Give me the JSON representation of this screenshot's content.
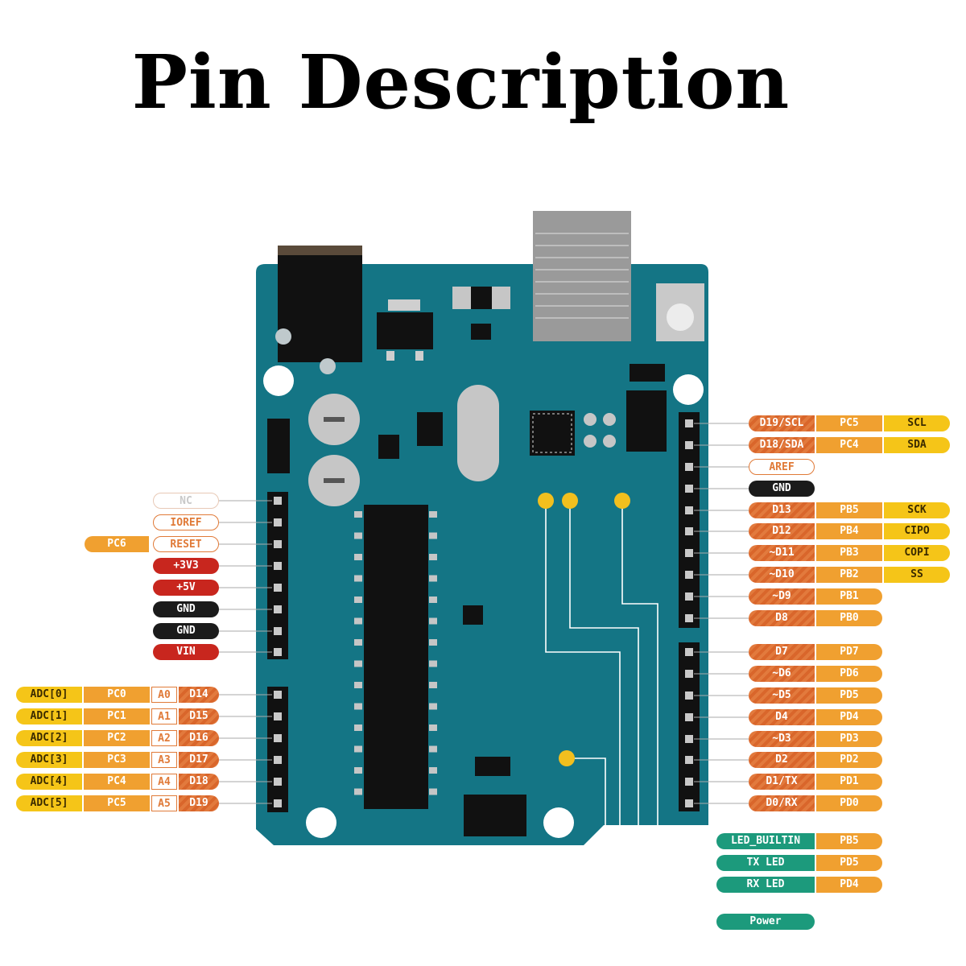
{
  "title": "Pin Description",
  "colors": {
    "board": "#147585",
    "digital_stripe": "#d9662b",
    "port": "#f0a030",
    "special": "#f5c518",
    "power": "#c8261e",
    "ground": "#1b1b1b",
    "led": "#1c9a7c"
  },
  "left_power": [
    "NC",
    "IOREF",
    "RESET",
    "+3V3",
    "+5V",
    "GND",
    "GND",
    "VIN"
  ],
  "reset_port": "PC6",
  "analog": [
    {
      "adc": "ADC[0]",
      "port": "PC0",
      "a": "A0",
      "d": "D14"
    },
    {
      "adc": "ADC[1]",
      "port": "PC1",
      "a": "A1",
      "d": "D15"
    },
    {
      "adc": "ADC[2]",
      "port": "PC2",
      "a": "A2",
      "d": "D16"
    },
    {
      "adc": "ADC[3]",
      "port": "PC3",
      "a": "A3",
      "d": "D17"
    },
    {
      "adc": "ADC[4]",
      "port": "PC4",
      "a": "A4",
      "d": "D18"
    },
    {
      "adc": "ADC[5]",
      "port": "PC5",
      "a": "A5",
      "d": "D19"
    }
  ],
  "right_top": [
    {
      "pin": "D19/SCL",
      "port": "PC5",
      "fn": "SCL"
    },
    {
      "pin": "D18/SDA",
      "port": "PC4",
      "fn": "SDA"
    },
    {
      "pin": "AREF",
      "port": "",
      "fn": ""
    },
    {
      "pin": "GND",
      "port": "",
      "fn": ""
    },
    {
      "pin": "D13",
      "port": "PB5",
      "fn": "SCK"
    },
    {
      "pin": "D12",
      "port": "PB4",
      "fn": "CIPO"
    },
    {
      "pin": "~D11",
      "port": "PB3",
      "fn": "COPI"
    },
    {
      "pin": "~D10",
      "port": "PB2",
      "fn": "SS"
    },
    {
      "pin": "~D9",
      "port": "PB1",
      "fn": ""
    },
    {
      "pin": "D8",
      "port": "PB0",
      "fn": ""
    }
  ],
  "right_bottom": [
    {
      "pin": "D7",
      "port": "PD7"
    },
    {
      "pin": "~D6",
      "port": "PD6"
    },
    {
      "pin": "~D5",
      "port": "PD5"
    },
    {
      "pin": "D4",
      "port": "PD4"
    },
    {
      "pin": "~D3",
      "port": "PD3"
    },
    {
      "pin": "D2",
      "port": "PD2"
    },
    {
      "pin": "D1/TX",
      "port": "PD1"
    },
    {
      "pin": "D0/RX",
      "port": "PD0"
    }
  ],
  "leds": [
    {
      "name": "LED_BUILTIN",
      "port": "PB5"
    },
    {
      "name": "TX LED",
      "port": "PD5"
    },
    {
      "name": "RX LED",
      "port": "PD4"
    },
    {
      "name": "Power",
      "port": ""
    }
  ]
}
